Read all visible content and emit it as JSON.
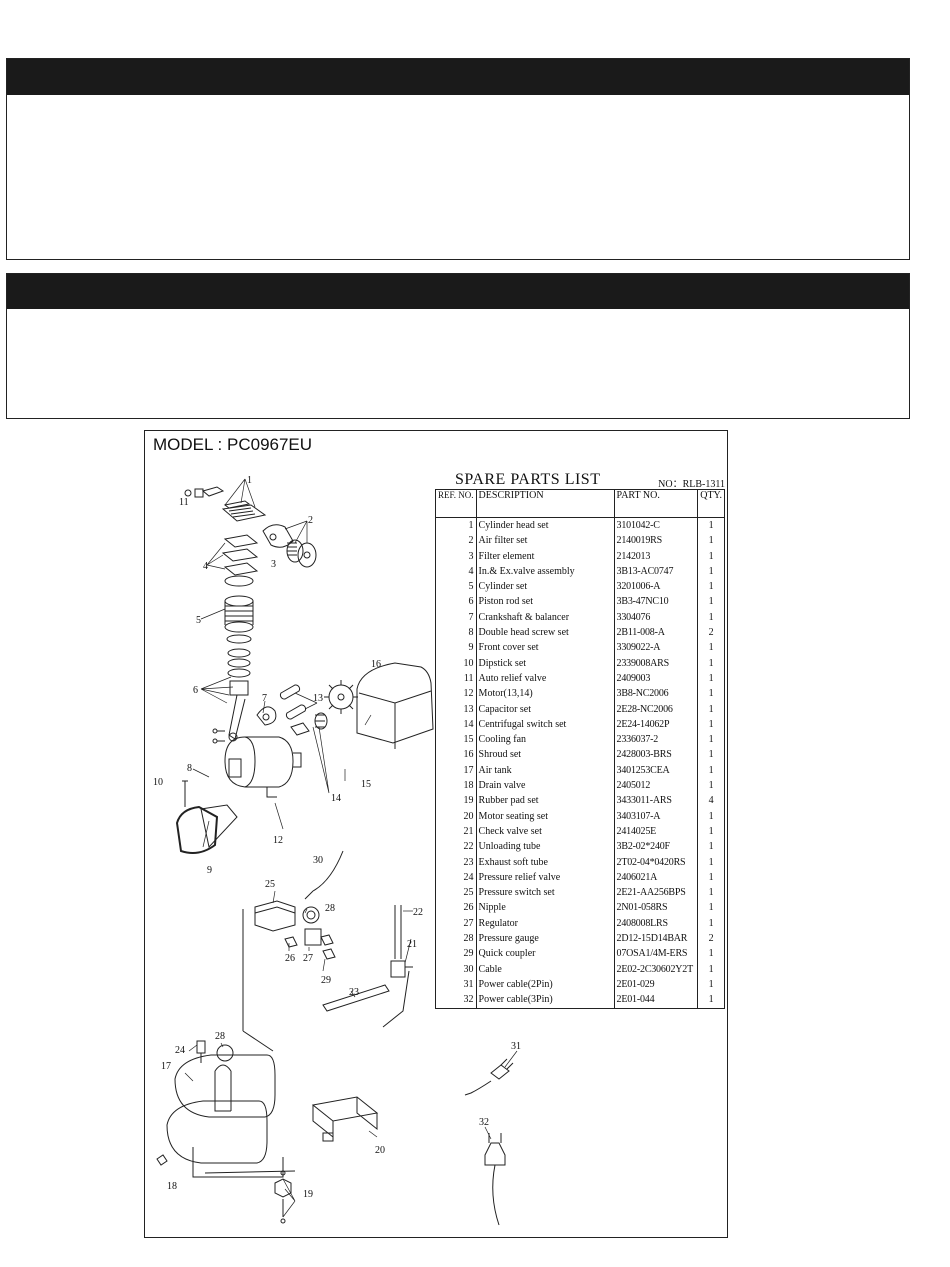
{
  "model_label": "MODEL : PC0967EU",
  "parts_list": {
    "title": "SPARE PARTS LIST",
    "doc_no": "NO：RLB-1311",
    "headers": {
      "ref": "REF. NO.",
      "description": "DESCRIPTION",
      "part_no": "PART NO.",
      "qty": "QTY."
    },
    "rows": [
      {
        "ref": "1",
        "description": "Cylinder head set",
        "part_no": "3101042-C",
        "qty": "1"
      },
      {
        "ref": "2",
        "description": "Air filter set",
        "part_no": "2140019RS",
        "qty": "1"
      },
      {
        "ref": "3",
        "description": "Filter element",
        "part_no": "2142013",
        "qty": "1"
      },
      {
        "ref": "4",
        "description": "In.& Ex.valve assembly",
        "part_no": "3B13-AC0747",
        "qty": "1"
      },
      {
        "ref": "5",
        "description": "Cylinder set",
        "part_no": "3201006-A",
        "qty": "1"
      },
      {
        "ref": "6",
        "description": "Piston rod set",
        "part_no": "3B3-47NC10",
        "qty": "1"
      },
      {
        "ref": "7",
        "description": "Crankshaft & balancer",
        "part_no": "3304076",
        "qty": "1"
      },
      {
        "ref": "8",
        "description": "Double head screw set",
        "part_no": "2B11-008-A",
        "qty": "2"
      },
      {
        "ref": "9",
        "description": "Front cover set",
        "part_no": "3309022-A",
        "qty": "1"
      },
      {
        "ref": "10",
        "description": "Dipstick set",
        "part_no": "2339008ARS",
        "qty": "1"
      },
      {
        "ref": "11",
        "description": "Auto relief valve",
        "part_no": "2409003",
        "qty": "1"
      },
      {
        "ref": "12",
        "description": "Motor(13,14)",
        "part_no": "3B8-NC2006",
        "qty": "1"
      },
      {
        "ref": "13",
        "description": "Capacitor set",
        "part_no": "2E28-NC2006",
        "qty": "1"
      },
      {
        "ref": "14",
        "description": "Centrifugal switch set",
        "part_no": "2E24-14062P",
        "qty": "1"
      },
      {
        "ref": "15",
        "description": "Cooling fan",
        "part_no": "2336037-2",
        "qty": "1"
      },
      {
        "ref": "16",
        "description": "Shroud set",
        "part_no": "2428003-BRS",
        "qty": "1"
      },
      {
        "ref": "17",
        "description": "Air tank",
        "part_no": "3401253CEA",
        "qty": "1"
      },
      {
        "ref": "18",
        "description": "Drain valve",
        "part_no": "2405012",
        "qty": "1"
      },
      {
        "ref": "19",
        "description": "Rubber pad set",
        "part_no": "3433011-ARS",
        "qty": "4"
      },
      {
        "ref": "20",
        "description": "Motor seating set",
        "part_no": "3403107-A",
        "qty": "1"
      },
      {
        "ref": "21",
        "description": "Check valve set",
        "part_no": "2414025E",
        "qty": "1"
      },
      {
        "ref": "22",
        "description": "Unloading tube",
        "part_no": "3B2-02*240F",
        "qty": "1"
      },
      {
        "ref": "23",
        "description": "Exhaust soft tube",
        "part_no": "2T02-04*0420RS",
        "qty": "1"
      },
      {
        "ref": "24",
        "description": "Pressure relief valve",
        "part_no": "2406021A",
        "qty": "1"
      },
      {
        "ref": "25",
        "description": "Pressure switch set",
        "part_no": "2E21-AA256BPS",
        "qty": "1"
      },
      {
        "ref": "26",
        "description": "Nipple",
        "part_no": "2N01-058RS",
        "qty": "1"
      },
      {
        "ref": "27",
        "description": "Regulator",
        "part_no": "2408008LRS",
        "qty": "1"
      },
      {
        "ref": "28",
        "description": "Pressure gauge",
        "part_no": "2D12-15D14BAR",
        "qty": "2"
      },
      {
        "ref": "29",
        "description": "Quick coupler",
        "part_no": "07OSA1/4M-ERS",
        "qty": "1"
      },
      {
        "ref": "30",
        "description": "Cable",
        "part_no": "2E02-2C30602Y2T",
        "qty": "1"
      },
      {
        "ref": "31",
        "description": "Power cable(2Pin)",
        "part_no": "2E01-029",
        "qty": "1"
      },
      {
        "ref": "32",
        "description": "Power cable(3Pin)",
        "part_no": "2E01-044",
        "qty": "1"
      }
    ]
  },
  "callouts": [
    "1",
    "2",
    "3",
    "4",
    "5",
    "6",
    "7",
    "8",
    "9",
    "10",
    "11",
    "12",
    "13",
    "14",
    "15",
    "16",
    "17",
    "18",
    "19",
    "20",
    "21",
    "22",
    "23",
    "24",
    "25",
    "26",
    "27",
    "28",
    "28",
    "29",
    "30",
    "31",
    "32"
  ]
}
